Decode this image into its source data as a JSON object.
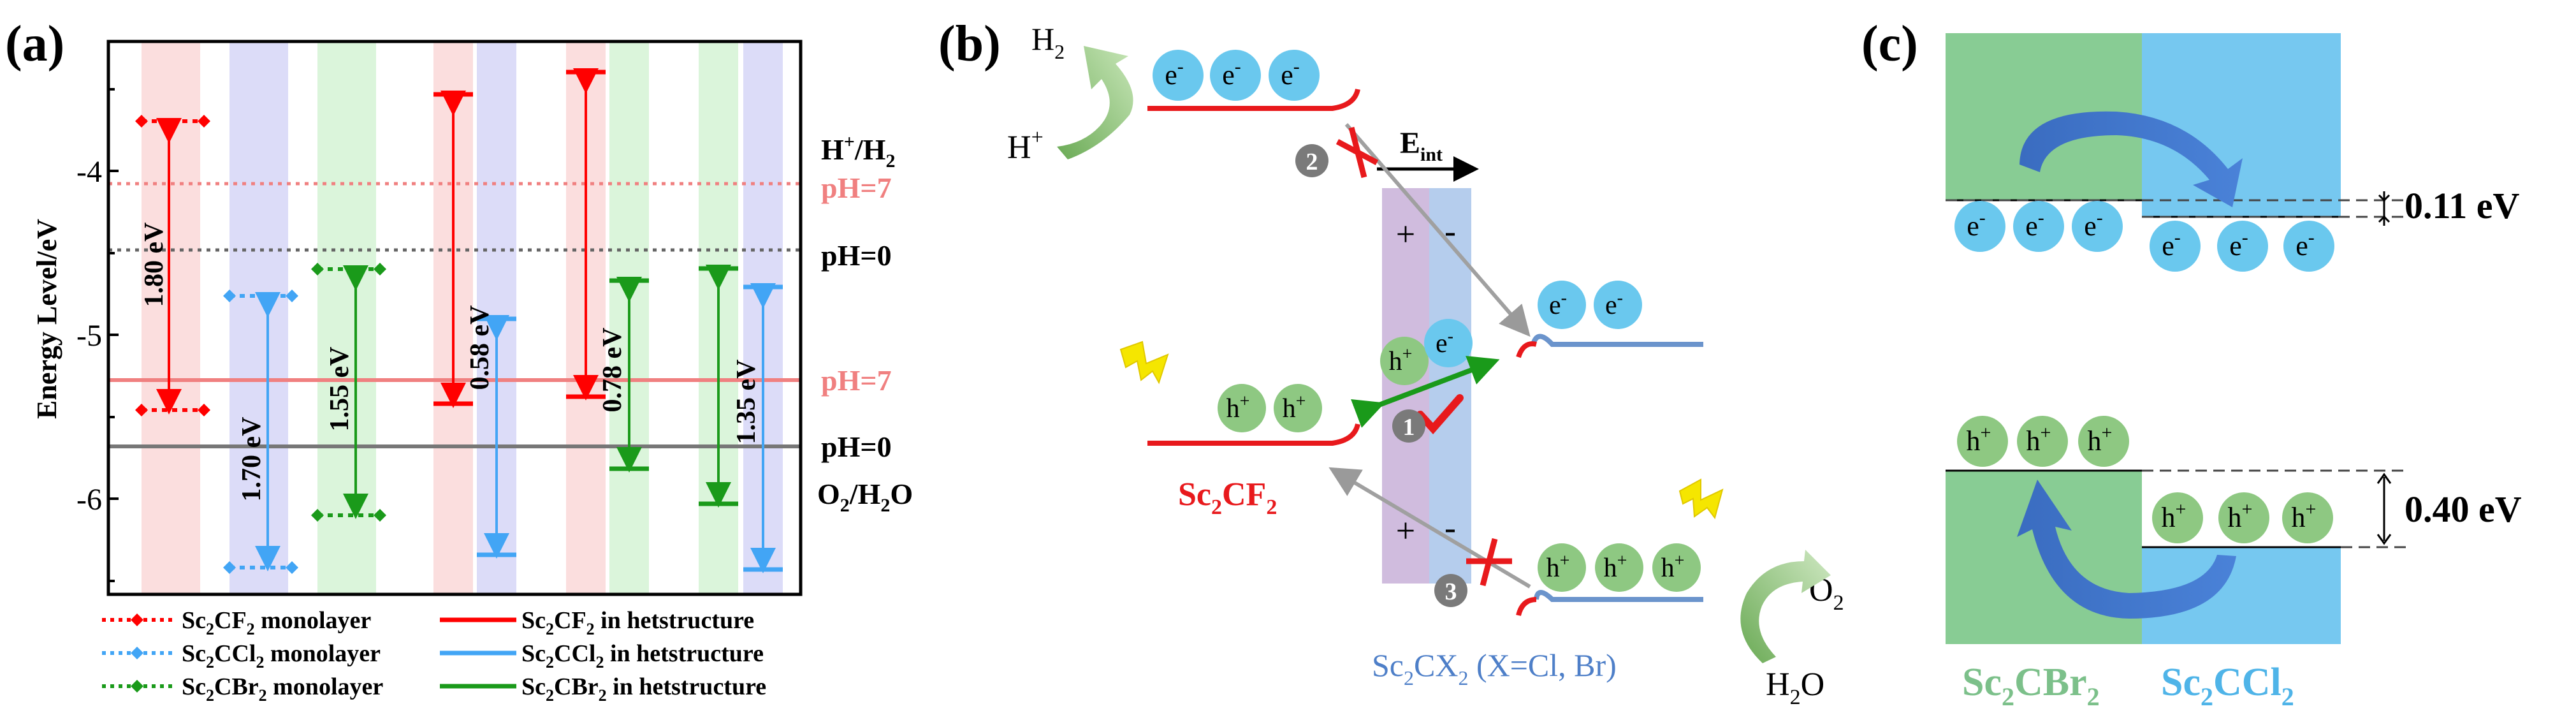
{
  "panels": {
    "a": {
      "label": "(a)",
      "y_axis_title": "Energy Level/eV",
      "y_ticks": [
        "-4",
        "-5",
        "-6"
      ],
      "ref_labels": {
        "h_h2_main": "H",
        "h_h2_sup": "+",
        "h_h2_tail": "/H",
        "h_h2_sub": "2",
        "ph7_top": "pH=7",
        "ph0_top": "pH=0",
        "ph7_bottom": "pH=7",
        "ph0_bottom": "pH=0",
        "o2_main": "O",
        "o2_sub": "2",
        "o2_tail": "/H",
        "o2_sub2": "2",
        "o2_end": "O"
      },
      "gap_labels": [
        "1.80 eV",
        "1.70 eV",
        "1.55 eV",
        "0.58 eV",
        "0.78 eV",
        "1.35 eV"
      ],
      "legend": [
        {
          "pre": "Sc",
          "s1": "2",
          "mid": "CF",
          "s2": "2",
          "post": "  monolayer"
        },
        {
          "pre": "Sc",
          "s1": "2",
          "mid": "CCl",
          "s2": "2",
          "post": " monolayer"
        },
        {
          "pre": "Sc",
          "s1": "2",
          "mid": "CBr",
          "s2": "2",
          "post": " monolayer"
        },
        {
          "pre": "Sc",
          "s1": "2",
          "mid": "CF",
          "s2": "2",
          "post": "  in hetstructure"
        },
        {
          "pre": "Sc",
          "s1": "2",
          "mid": "CCl",
          "s2": "2",
          "post": " in hetstructure"
        },
        {
          "pre": "Sc",
          "s1": "2",
          "mid": "CBr",
          "s2": "2",
          "post": " in hetstructure"
        }
      ],
      "colors": {
        "cf2": "#ff0000",
        "ccl2": "#42a5f5",
        "cbr2": "#1a9a1a",
        "ph7_line": "#f08080",
        "ph0_line": "#666666",
        "band_red": "#fbdede",
        "band_blue": "#dcdcf8",
        "band_green": "#dbf5db"
      }
    },
    "b": {
      "label": "(b)",
      "h2": {
        "main": "H",
        "sub": "2"
      },
      "hplus": {
        "main": "H",
        "sup": "+"
      },
      "eint": {
        "main": "E",
        "sub": "int"
      },
      "e_symbol": "e",
      "e_sup": "-",
      "h_symbol": "h",
      "h_sup": "+",
      "plus": "+",
      "minus": "-",
      "markers": [
        "2",
        "1",
        "3"
      ],
      "sc2cf2": {
        "pre": "Sc",
        "s1": "2",
        "mid": "CF",
        "s2": "2"
      },
      "sc2cx2": {
        "pre": "Sc",
        "s1": "2",
        "mid": "CX",
        "s2": "2",
        "post": " (X=Cl, Br)"
      },
      "o2": {
        "main": "O",
        "sub": "2"
      },
      "h2o": {
        "main": "H",
        "sub": "2",
        "end": "O"
      }
    },
    "c": {
      "label": "(c)",
      "offset_top": "0.11 eV",
      "offset_bottom": "0.40 eV",
      "left_name": {
        "pre": "Sc",
        "s1": "2",
        "mid": "CBr",
        "s2": "2"
      },
      "right_name": {
        "pre": "Sc",
        "s1": "2",
        "mid": "CCl",
        "s2": "2"
      },
      "colors": {
        "green": "#88cc94",
        "blue": "#76c8f0"
      }
    }
  }
}
